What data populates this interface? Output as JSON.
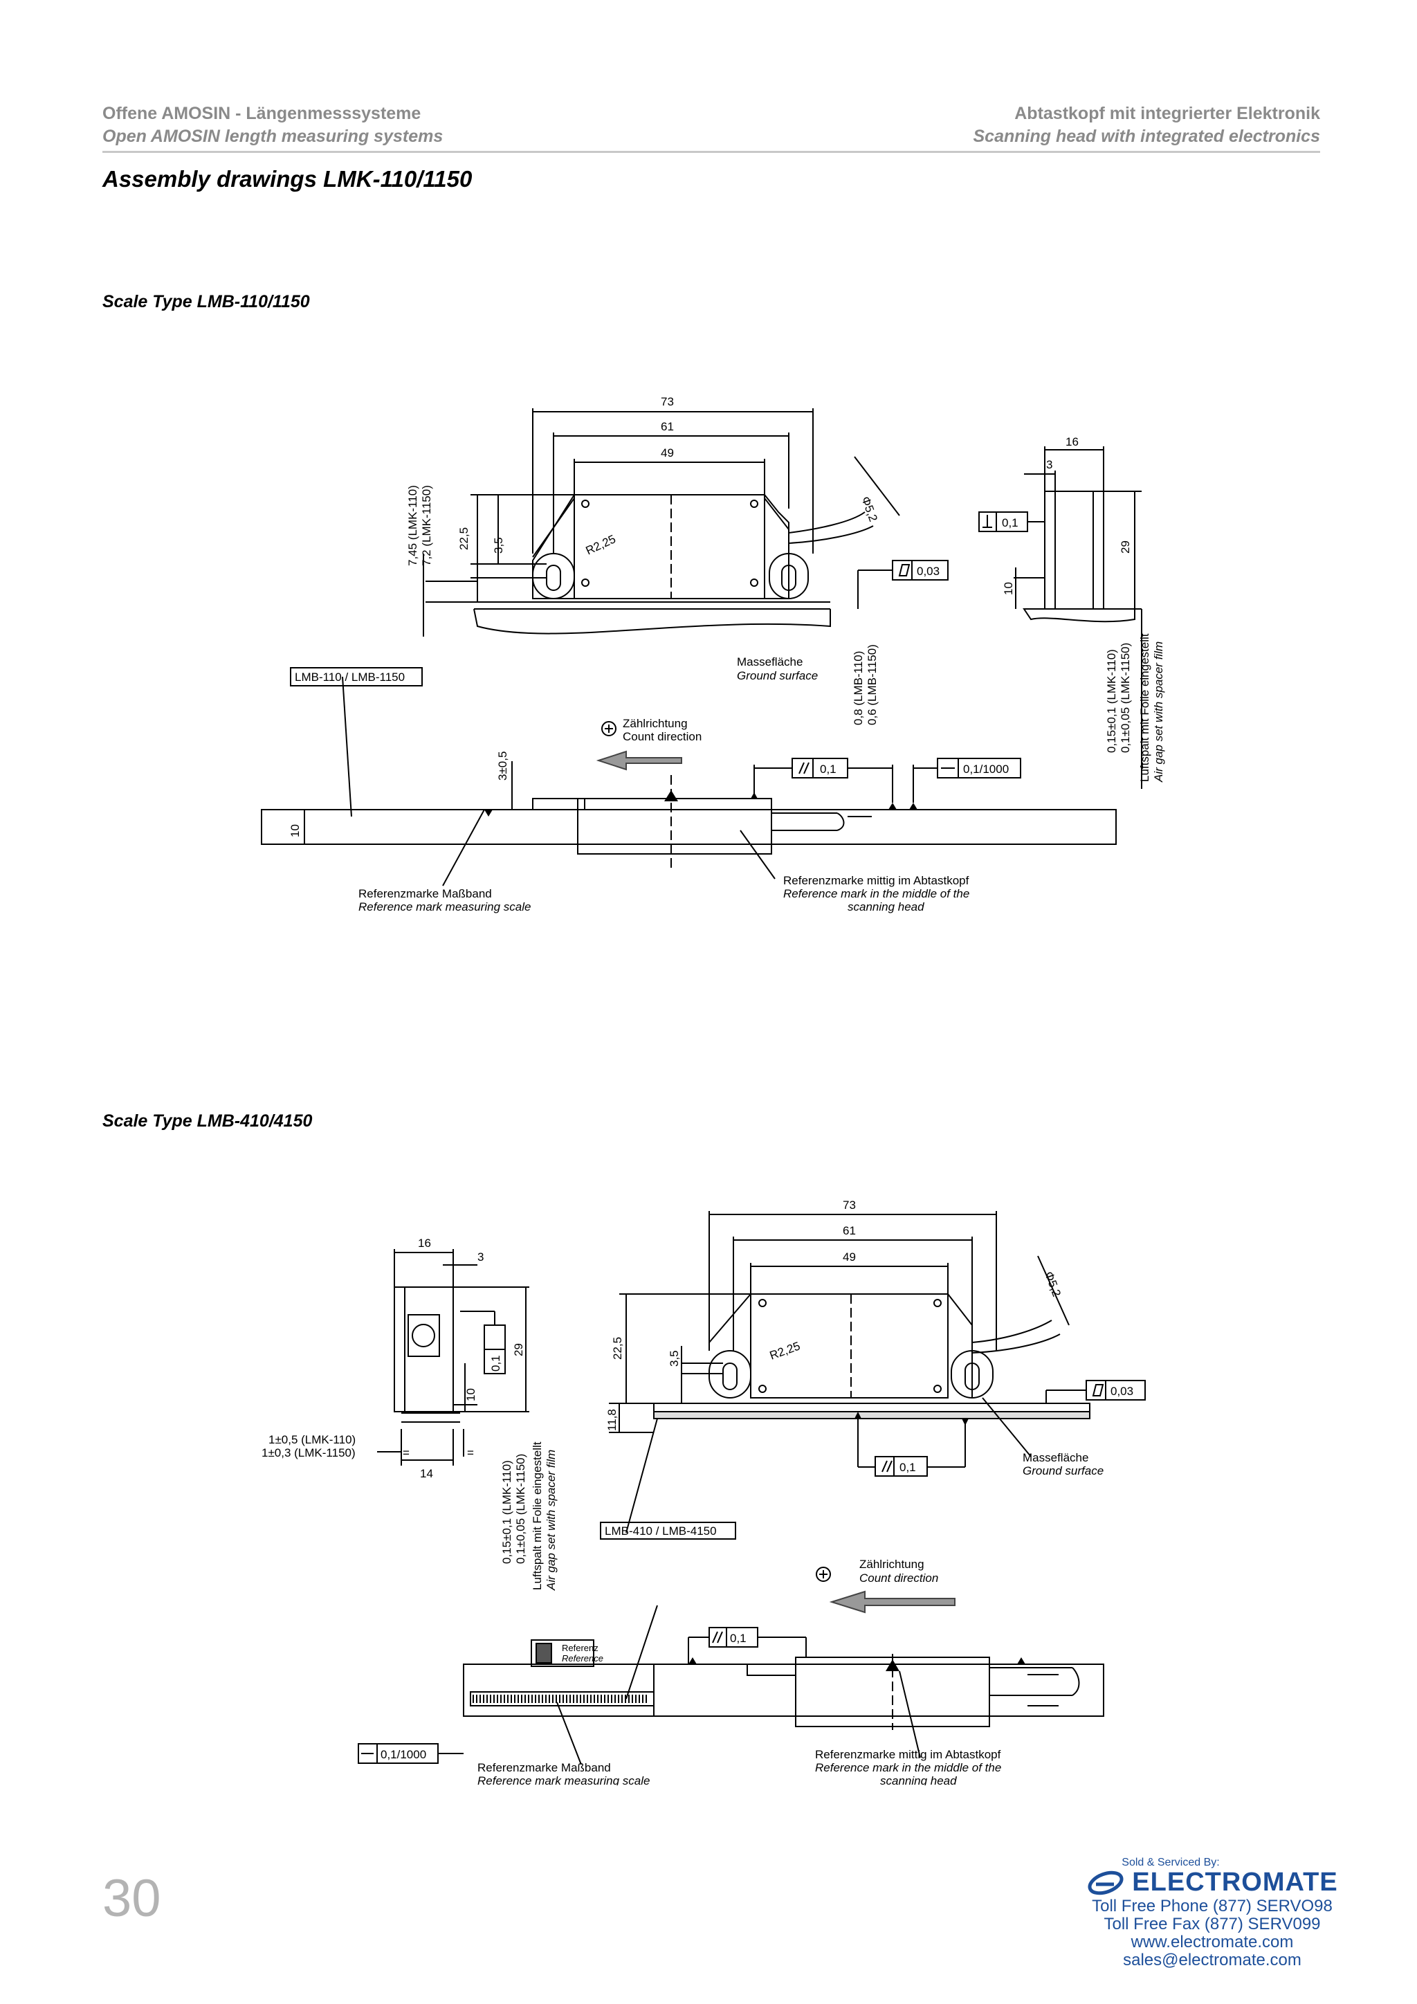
{
  "header": {
    "left_de": "Offene AMOSIN - Längenmesssysteme",
    "left_en": "Open AMOSIN length measuring systems",
    "right_de": "Abtastkopf mit integrierter Elektronik",
    "right_en": "Scanning head with integrated electronics"
  },
  "title": "Assembly drawings LMK-110/1150",
  "section1": {
    "heading": "Scale Type LMB-110/1150",
    "dims": {
      "d73": "73",
      "d61": "61",
      "d49": "49",
      "d16": "16",
      "d3": "3",
      "d29": "29",
      "d10a": "10",
      "d22_5": "22,5",
      "d3_5": "3,5",
      "r": "R2,25",
      "phi": "Φ5,2",
      "d10b": "10",
      "d3pm": "3±0,5"
    },
    "heights": {
      "h1": "7,45 (LMK-110)",
      "h2": "7,2 (LMK-1150)"
    },
    "tol": {
      "perp": "0,1",
      "flat": "0,03",
      "par": "0,1",
      "straight": "0,1/1000"
    },
    "scale_label": "LMB-110 / LMB-1150",
    "masse_de": "Massefläche",
    "masse_en": "Ground surface",
    "gap1": "0,8 (LMB-110)",
    "gap2": "0,6 (LMB-1150)",
    "air1": "0,15±0,1 (LMK-110)",
    "air2": "0,1±0,05 (LMK-1150)",
    "air_de": "Luftspalt mit Folie eingestellt",
    "air_en": "Air gap set with spacer film",
    "count_de": "Zählrichtung",
    "count_en": "Count direction",
    "ref_scale_de": "Referenzmarke Maßband",
    "ref_scale_en": "Reference mark measuring scale",
    "ref_head_de": "Referenzmarke mittig im Abtastkopf",
    "ref_head_en1": "Reference mark in the middle of the",
    "ref_head_en2": "scanning head"
  },
  "section2": {
    "heading": "Scale Type LMB-410/4150",
    "dims": {
      "d73": "73",
      "d61": "61",
      "d49": "49",
      "d16": "16",
      "d3": "3",
      "d29": "29",
      "d10": "10",
      "d14": "14",
      "d22_5": "22,5",
      "d3_5": "3,5",
      "r": "R2,25",
      "phi": "Φ5,2",
      "d11_8": "11,8",
      "eq": "="
    },
    "tol": {
      "perp": "0,1",
      "flat": "0,03",
      "par": "0,1",
      "par2": "0,1",
      "straight": "0,1/1000"
    },
    "offset1": "1±0,5 (LMK-110)",
    "offset2": "1±0,3 (LMK-1150)",
    "air1": "0,15±0,1 (LMK-110)",
    "air2": "0,1±0,05 (LMK-1150)",
    "air_de": "Luftspalt mit Folie eingestellt",
    "air_en": "Air gap set with spacer film",
    "scale_label": "LMB-410 / LMB-4150",
    "masse_de": "Massefläche",
    "masse_en": "Ground surface",
    "count_de": "Zählrichtung",
    "count_en": "Count direction",
    "ref_de": "Referenz",
    "ref_en": "Reference",
    "ref_scale_de": "Referenzmarke Maßband",
    "ref_scale_en": "Reference mark measuring scale",
    "ref_head_de": "Referenzmarke mittig im Abtastkopf",
    "ref_head_en1": "Reference mark in the middle of the",
    "ref_head_en2": "scanning head"
  },
  "page_number": "30",
  "footer": {
    "sold": "Sold & Serviced By:",
    "brand": "ELECTROMATE",
    "phone": "Toll Free Phone  (877) SERVO98",
    "fax": "Toll Free Fax  (877) SERV099",
    "web": "www.electromate.com",
    "email": "sales@electromate.com"
  },
  "colors": {
    "header_gray": "#8a8a8a",
    "brand_blue": "#1d4f9a",
    "page_no_gray": "#b3b3b3"
  }
}
